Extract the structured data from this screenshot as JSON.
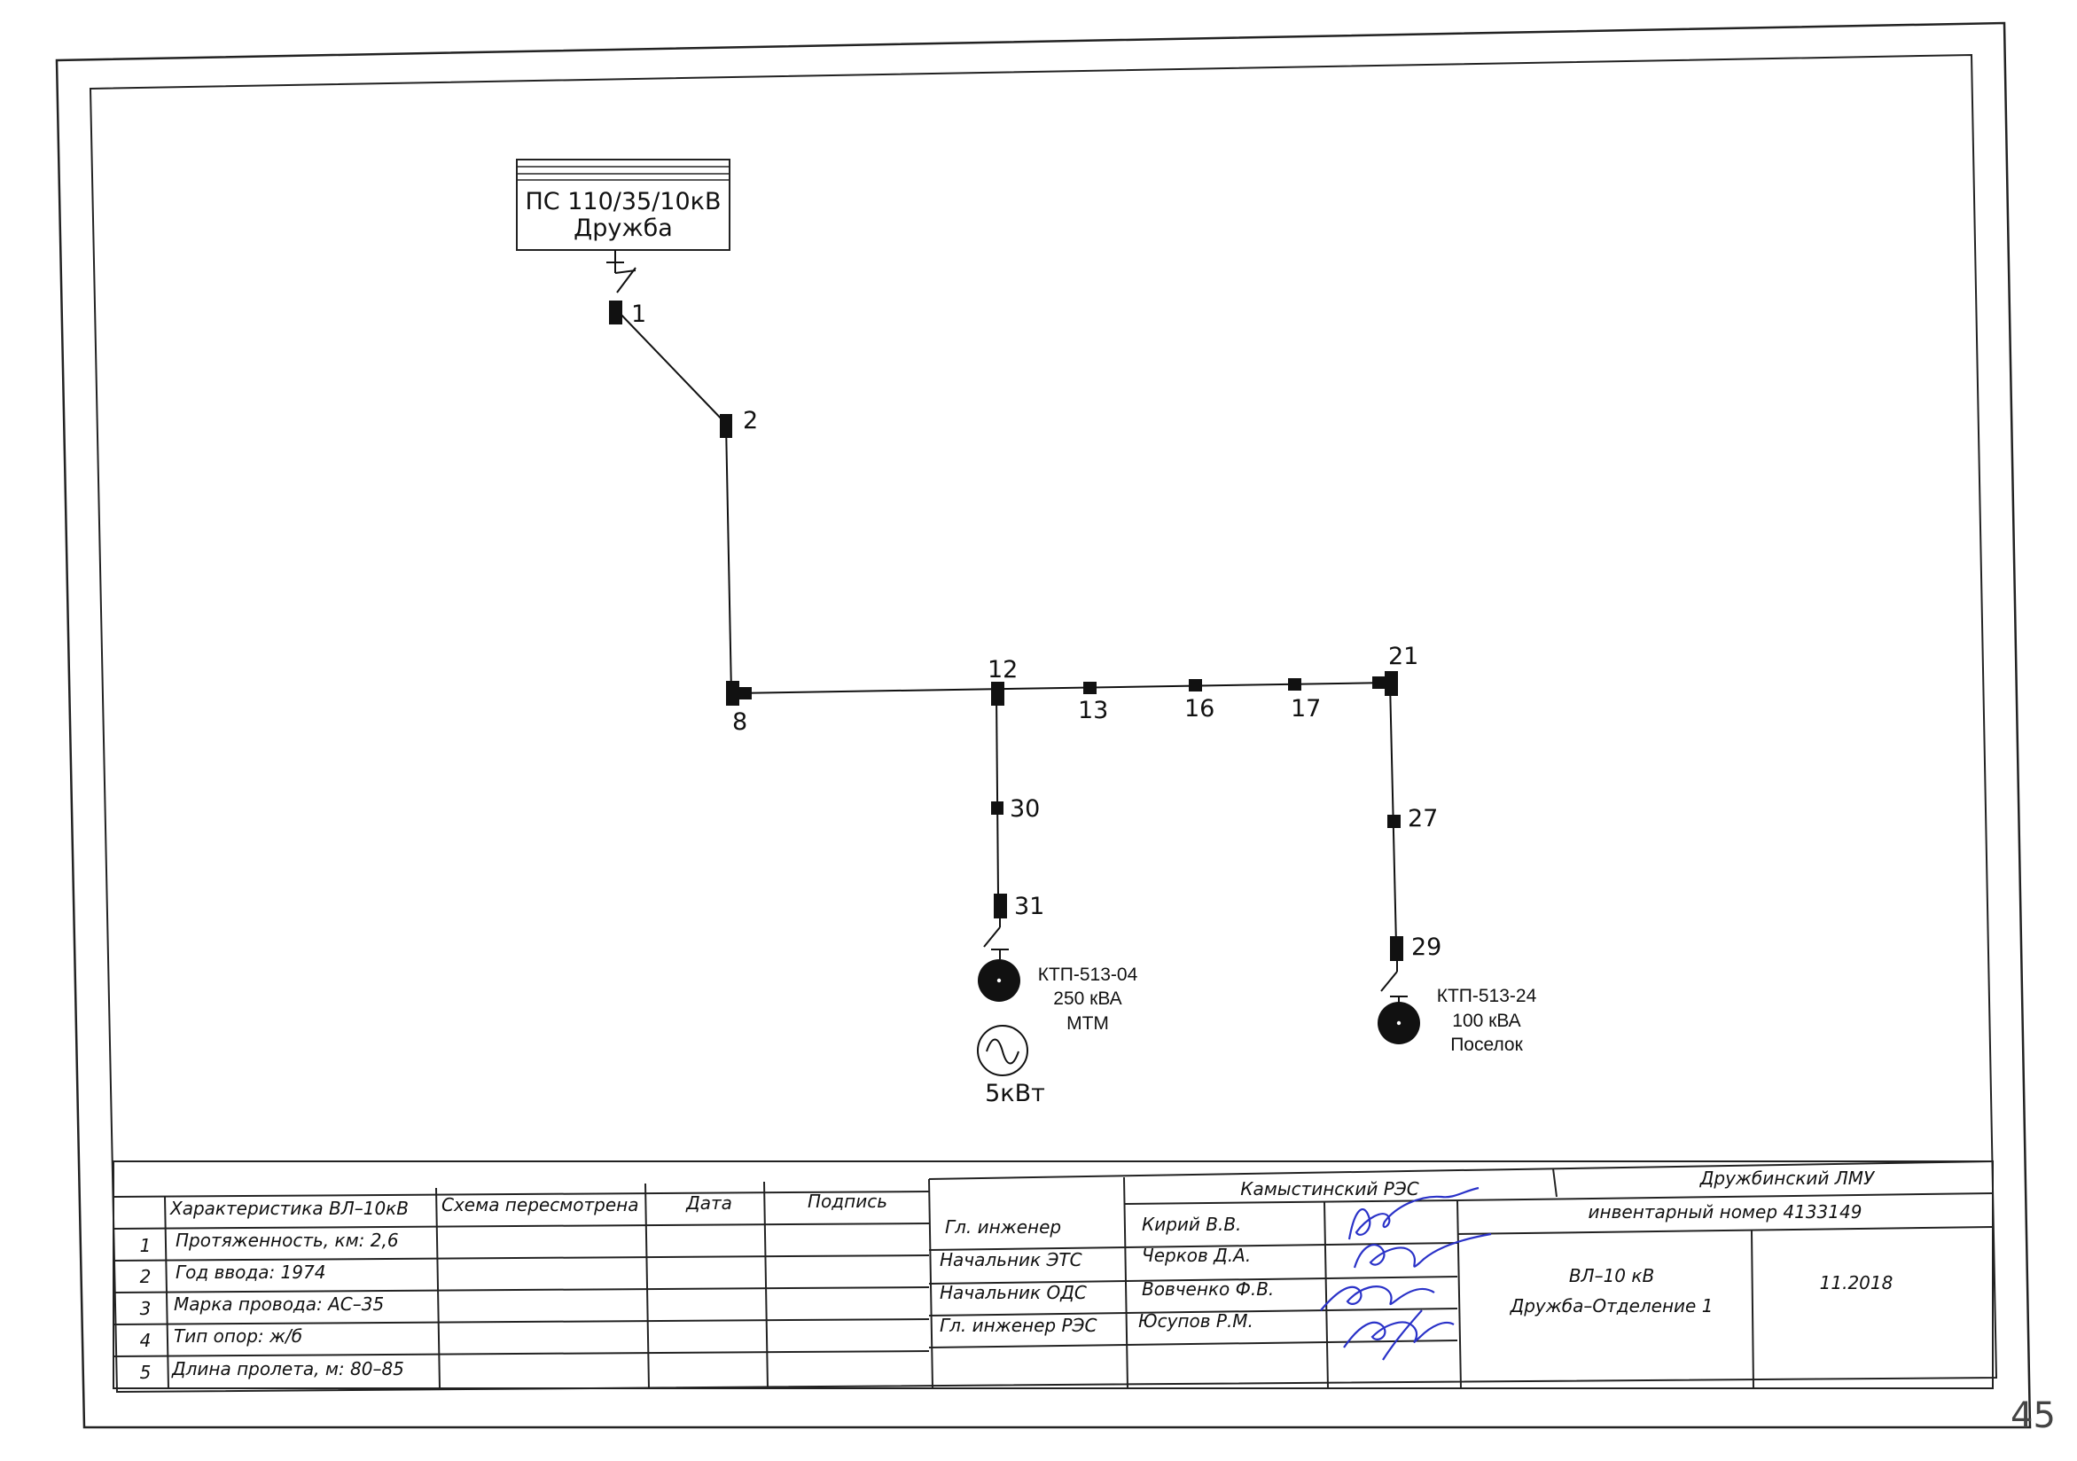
{
  "substation": {
    "line1": "ПС 110/35/10кВ",
    "line2": "Дружба"
  },
  "poles": {
    "p1": "1",
    "p2": "2",
    "p8": "8",
    "p12": "12",
    "p13": "13",
    "p16": "16",
    "p17": "17",
    "p21": "21",
    "p27": "27",
    "p29": "29",
    "p30": "30",
    "p31": "31"
  },
  "transformers": [
    {
      "name": "КТП-513-04",
      "power": "250 кВА",
      "place": "МТМ"
    },
    {
      "name": "КТП-513-24",
      "power": "100 кВА",
      "place": "Поселок"
    }
  ],
  "generator": {
    "rating": "5кВт"
  },
  "title_block": {
    "characteristics_header": "Характеристика ВЛ–10кВ",
    "reviewed_header": "Схема пересмотрена",
    "date_header": "Дата",
    "signature_header": "Подпись",
    "rows": [
      {
        "num": "1",
        "text": "Протяженность, км: 2,6"
      },
      {
        "num": "2",
        "text": "Год ввода: 1974"
      },
      {
        "num": "3",
        "text": "Марка провода: АС–35"
      },
      {
        "num": "4",
        "text": "Тип опор: ж/б"
      },
      {
        "num": "5",
        "text": "Длина пролета, м: 80–85"
      }
    ],
    "staff": [
      {
        "role": "Гл. инженер",
        "name": "Кирий В.В."
      },
      {
        "role": "Начальник ЭТС",
        "name": "Черков Д.А."
      },
      {
        "role": "Начальник ОДС",
        "name": "Вовченко Ф.В."
      },
      {
        "role": "Гл. инженер РЭС",
        "name": "Юсупов Р.М."
      }
    ],
    "org_res": "Камыстинский РЭС",
    "org_lmu": "Дружбинский ЛМУ",
    "inventory": "инвентарный номер 4133149",
    "line_name": "ВЛ–10 кВ",
    "line_route": "Дружба–Отделение 1",
    "date": "11.2018"
  },
  "page_number": "45",
  "colors": {
    "ink": "#111111",
    "signature": "#2a32c8"
  }
}
